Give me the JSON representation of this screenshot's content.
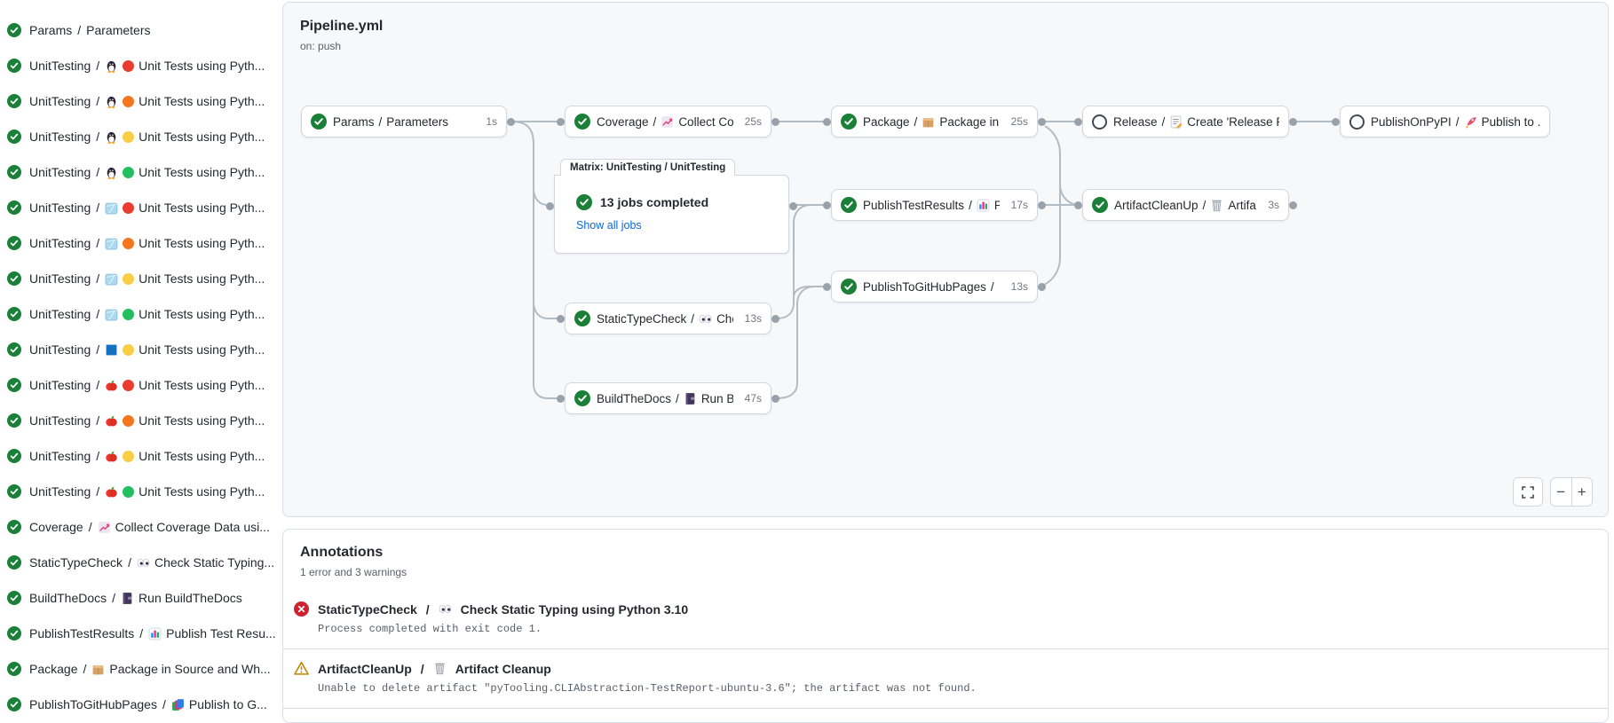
{
  "sidebar": {
    "items": [
      {
        "job": "Params",
        "icon": null,
        "dot": null,
        "name": "Parameters"
      },
      {
        "job": "UnitTesting",
        "icon": "linux",
        "dot": "red",
        "name": "Unit Tests using Pyth..."
      },
      {
        "job": "UnitTesting",
        "icon": "linux",
        "dot": "orange",
        "name": "Unit Tests using Pyth..."
      },
      {
        "job": "UnitTesting",
        "icon": "linux",
        "dot": "yellow",
        "name": "Unit Tests using Pyth..."
      },
      {
        "job": "UnitTesting",
        "icon": "linux",
        "dot": "green",
        "name": "Unit Tests using Pyth..."
      },
      {
        "job": "UnitTesting",
        "icon": "ice",
        "dot": "red",
        "name": "Unit Tests using Pyth..."
      },
      {
        "job": "UnitTesting",
        "icon": "ice",
        "dot": "orange",
        "name": "Unit Tests using Pyth..."
      },
      {
        "job": "UnitTesting",
        "icon": "ice",
        "dot": "yellow",
        "name": "Unit Tests using Pyth..."
      },
      {
        "job": "UnitTesting",
        "icon": "ice",
        "dot": "green",
        "name": "Unit Tests using Pyth..."
      },
      {
        "job": "UnitTesting",
        "icon": "windows",
        "dot": "yellow",
        "name": "Unit Tests using Pyth..."
      },
      {
        "job": "UnitTesting",
        "icon": "macos",
        "dot": "red",
        "name": "Unit Tests using Pyth..."
      },
      {
        "job": "UnitTesting",
        "icon": "macos",
        "dot": "orange",
        "name": "Unit Tests using Pyth..."
      },
      {
        "job": "UnitTesting",
        "icon": "macos",
        "dot": "yellow",
        "name": "Unit Tests using Pyth..."
      },
      {
        "job": "UnitTesting",
        "icon": "macos",
        "dot": "green",
        "name": "Unit Tests using Pyth..."
      },
      {
        "job": "Coverage",
        "icon": "chart-increasing",
        "dot": null,
        "name": "Collect Coverage Data usi..."
      },
      {
        "job": "StaticTypeCheck",
        "icon": "eyes",
        "dot": null,
        "name": "Check Static Typing..."
      },
      {
        "job": "BuildTheDocs",
        "icon": "notebook",
        "dot": null,
        "name": "Run BuildTheDocs"
      },
      {
        "job": "PublishTestResults",
        "icon": "bar-chart",
        "dot": null,
        "name": "Publish Test Resu..."
      },
      {
        "job": "Package",
        "icon": "package",
        "dot": null,
        "name": "Package in Source and Wh..."
      },
      {
        "job": "PublishToGitHubPages",
        "icon": "books",
        "dot": null,
        "name": "Publish to G..."
      }
    ]
  },
  "graph": {
    "title": "Pipeline.yml",
    "trigger": "on: push",
    "nodes": [
      {
        "id": "params",
        "job": "Params",
        "icon": null,
        "name": "Parameters",
        "duration": "1s",
        "status": "success"
      },
      {
        "id": "coverage",
        "job": "Coverage",
        "icon": "chart-increasing",
        "name": "Collect Cove...",
        "duration": "25s",
        "status": "success"
      },
      {
        "id": "package",
        "job": "Package",
        "icon": "package",
        "name": "Package in So...",
        "duration": "25s",
        "status": "success"
      },
      {
        "id": "release",
        "job": "Release",
        "icon": "memo",
        "name": "Create 'Release P...",
        "duration": "",
        "status": "skipped"
      },
      {
        "id": "publishonpypi",
        "job": "PublishOnPyPI",
        "icon": "rocket",
        "name": "Publish to ...",
        "duration": "",
        "status": "skipped"
      },
      {
        "id": "publishtestresults",
        "job": "PublishTestResults",
        "icon": "bar-chart",
        "name": "Pu...",
        "duration": "17s",
        "status": "success"
      },
      {
        "id": "artifactcleanup",
        "job": "ArtifactCleanUp",
        "icon": "wastebasket",
        "name": "Artifac...",
        "duration": "3s",
        "status": "success"
      },
      {
        "id": "publishtogithubpages",
        "job": "PublishToGitHubPages",
        "icon": "books",
        "name": "...",
        "duration": "13s",
        "status": "success"
      },
      {
        "id": "statictypecheck",
        "job": "StaticTypeCheck",
        "icon": "eyes",
        "name": "Chec...",
        "duration": "13s",
        "status": "success"
      },
      {
        "id": "buildthedocs",
        "job": "BuildTheDocs",
        "icon": "notebook",
        "name": "Run Buil...",
        "duration": "47s",
        "status": "success"
      }
    ],
    "matrix": {
      "tab": "Matrix: UnitTesting / UnitTesting",
      "status": "13 jobs completed",
      "link": "Show all jobs"
    },
    "zoom_controls": {
      "zoom_out": "−",
      "zoom_in": "+"
    }
  },
  "annotations": {
    "title": "Annotations",
    "summary": "1 error and 3 warnings",
    "items": [
      {
        "severity": "error",
        "job": "StaticTypeCheck",
        "icon": "eyes",
        "name": "Check Static Typing using Python 3.10",
        "message": "Process completed with exit code 1."
      },
      {
        "severity": "warning",
        "job": "ArtifactCleanUp",
        "icon": "wastebasket",
        "name": "Artifact Cleanup",
        "message": "Unable to delete artifact \"pyTooling.CLIAbstraction-TestReport-ubuntu-3.6\"; the artifact was not found."
      }
    ]
  },
  "colors": {
    "success": "#1a7f37",
    "error": "#cf222e",
    "warning": "#bf8700",
    "link": "#0969da"
  }
}
